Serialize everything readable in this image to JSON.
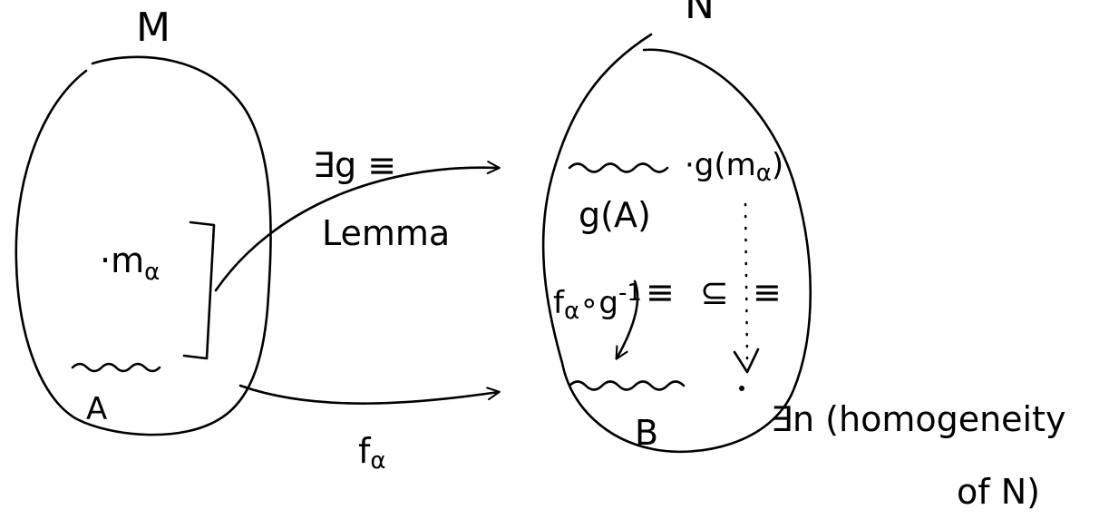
{
  "labels": {
    "M": "M",
    "N": "N",
    "m_alpha": "·m",
    "m_sub": "α",
    "A": "A",
    "exists_g": "∃g ≡",
    "lemma": "Lemma",
    "f_alpha": "f",
    "f_sub": "α",
    "g_A": "g(A)",
    "g_m": "·g(m",
    "g_m_sub": "α",
    "g_m_close": ")",
    "f_comp": "f",
    "f_comp_sub": "α",
    "f_comp_rest": "∘g",
    "f_comp_sup": "-1",
    "equiv_left": "≡",
    "subseteq": "⊆",
    "equiv_right": "≡",
    "B": "B",
    "exists_n": "∃n (homogeneity",
    "of_N": "of N)"
  },
  "colors": {
    "ink": "#000000",
    "background": "#ffffff"
  }
}
